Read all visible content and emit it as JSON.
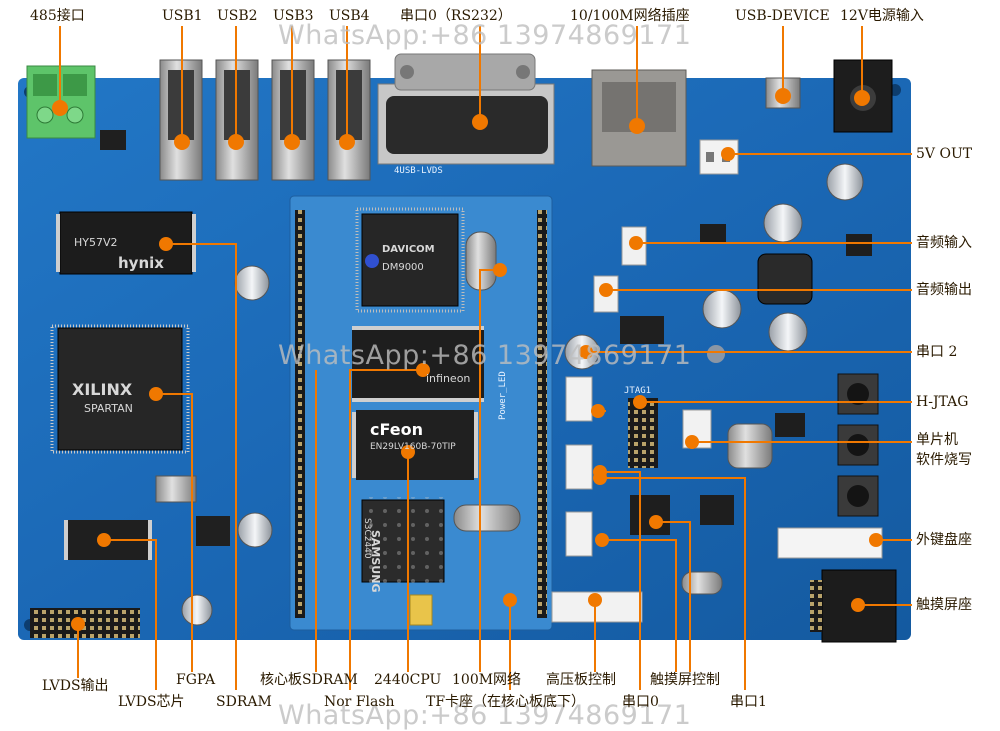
{
  "watermark": "WhatsApp:+86 13974869171",
  "colors": {
    "board": "#1d6fbd",
    "board_dark": "#14559a",
    "core_board": "#3a8ad0",
    "pointer": "#f07800",
    "chip": "#222222",
    "connector_green": "#5ec46a"
  },
  "labels": {
    "rs485": "485接口",
    "usb1": "USB1",
    "usb2": "USB2",
    "usb3": "USB3",
    "usb4": "USB4",
    "serial0_rs232": "串口0（RS232）",
    "ethernet_jack": "10/100M网络插座",
    "usb_device": "USB-DEVICE",
    "power_12v": "12V电源输入",
    "out_5v": "5V OUT",
    "audio_in": "音频输入",
    "audio_out": "音频输出",
    "serial2": "串口 2",
    "h_jtag": "H-JTAG",
    "mcu_burn_1": "单片机",
    "mcu_burn_2": "软件烧写",
    "ext_keyboard": "外键盘座",
    "touch_socket": "触摸屏座",
    "lvds_out": "LVDS输出",
    "lvds_chip": "LVDS芯片",
    "fpga": "FGPA",
    "sdram": "SDRAM",
    "core_sdram": "核心板SDRAM",
    "nor_flash": "Nor Flash",
    "cpu_2440": "2440CPU",
    "net_100m": "100M网络",
    "tf_socket": "TF卡座（在核心板底下）",
    "hv_board_ctrl": "高压板控制",
    "serial0": "串口0",
    "touch_ctrl": "触摸屏控制",
    "serial1": "串口1"
  },
  "chip_markings": {
    "hynix": "hynix",
    "hynix_part": "HY57V2",
    "xilinx": "XILINX",
    "spartan": "SPARTAN",
    "davicom": "DAVICOM",
    "dm9000": "DM9000",
    "infineon": "infineon",
    "cfeon": "cFeon",
    "cfeon_part": "EN29LV160B-70TIP",
    "samsung": "SAMSUNG",
    "samsung_part": "S3C2440",
    "usb_lvds": "4USB-LVDS",
    "jtag": "JTAG1",
    "power_led": "Power_LED"
  }
}
